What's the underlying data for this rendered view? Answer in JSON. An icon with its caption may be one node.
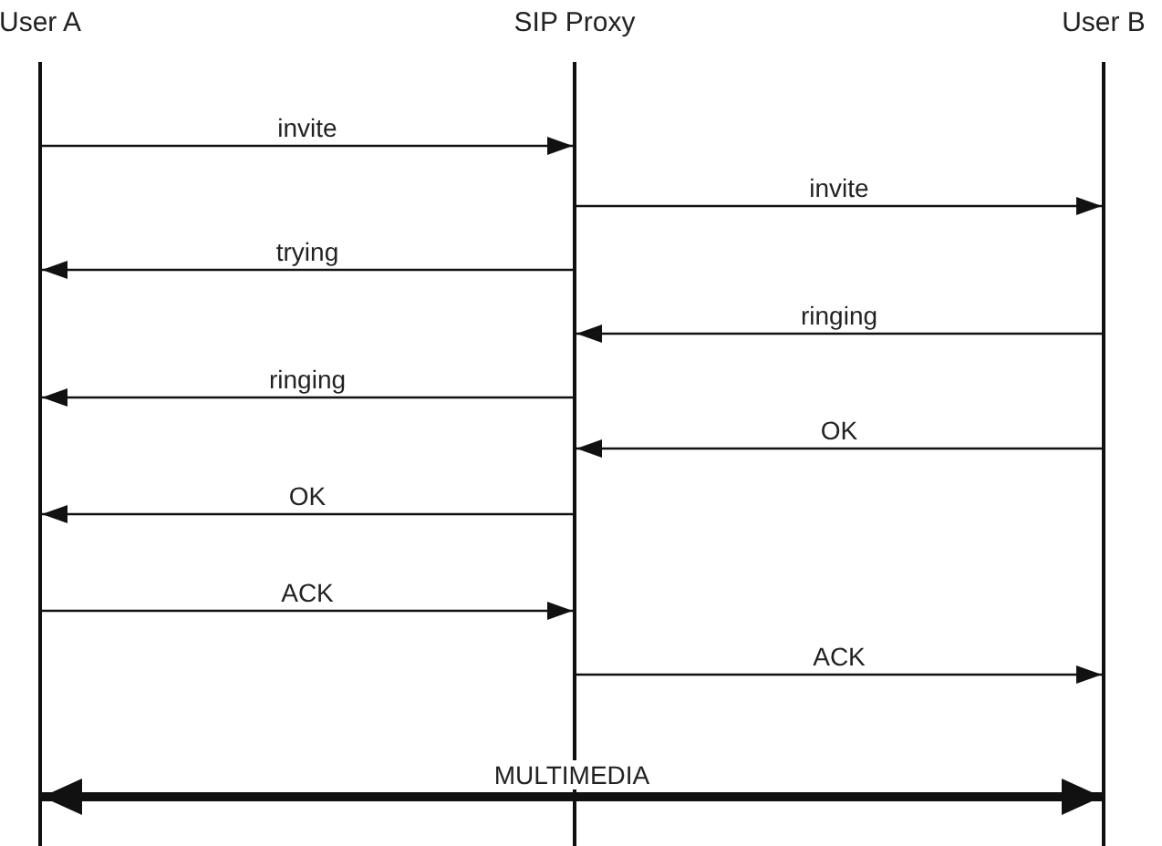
{
  "diagram": {
    "nodes": [
      {
        "text": [
          "User A"
        ]
      },
      {
        "text": [
          "SIP Proxy"
        ]
      },
      {
        "text": [
          "User B"
        ]
      }
    ],
    "edges": [
      {
        "from": 0,
        "to": 1,
        "arrow": "to",
        "label": "invite"
      },
      {
        "from": 1,
        "to": 2,
        "arrow": "to",
        "label": "invite"
      },
      {
        "from": 1,
        "to": 0,
        "arrow": "to",
        "label": "trying"
      },
      {
        "from": 2,
        "to": 1,
        "arrow": "to",
        "label": "ringing"
      },
      {
        "from": 1,
        "to": 0,
        "arrow": "to",
        "label": "ringing"
      },
      {
        "from": 2,
        "to": 1,
        "arrow": "to",
        "label": "OK"
      },
      {
        "from": 1,
        "to": 0,
        "arrow": "to",
        "label": "OK"
      },
      {
        "from": 0,
        "to": 1,
        "arrow": "to",
        "label": "ACK"
      },
      {
        "from": 1,
        "to": 2,
        "arrow": "to",
        "label": "ACK"
      },
      {
        "from": 0,
        "to": 2,
        "arrow": "both",
        "label": "MULTIMEDIA",
        "style": "thick"
      }
    ]
  }
}
